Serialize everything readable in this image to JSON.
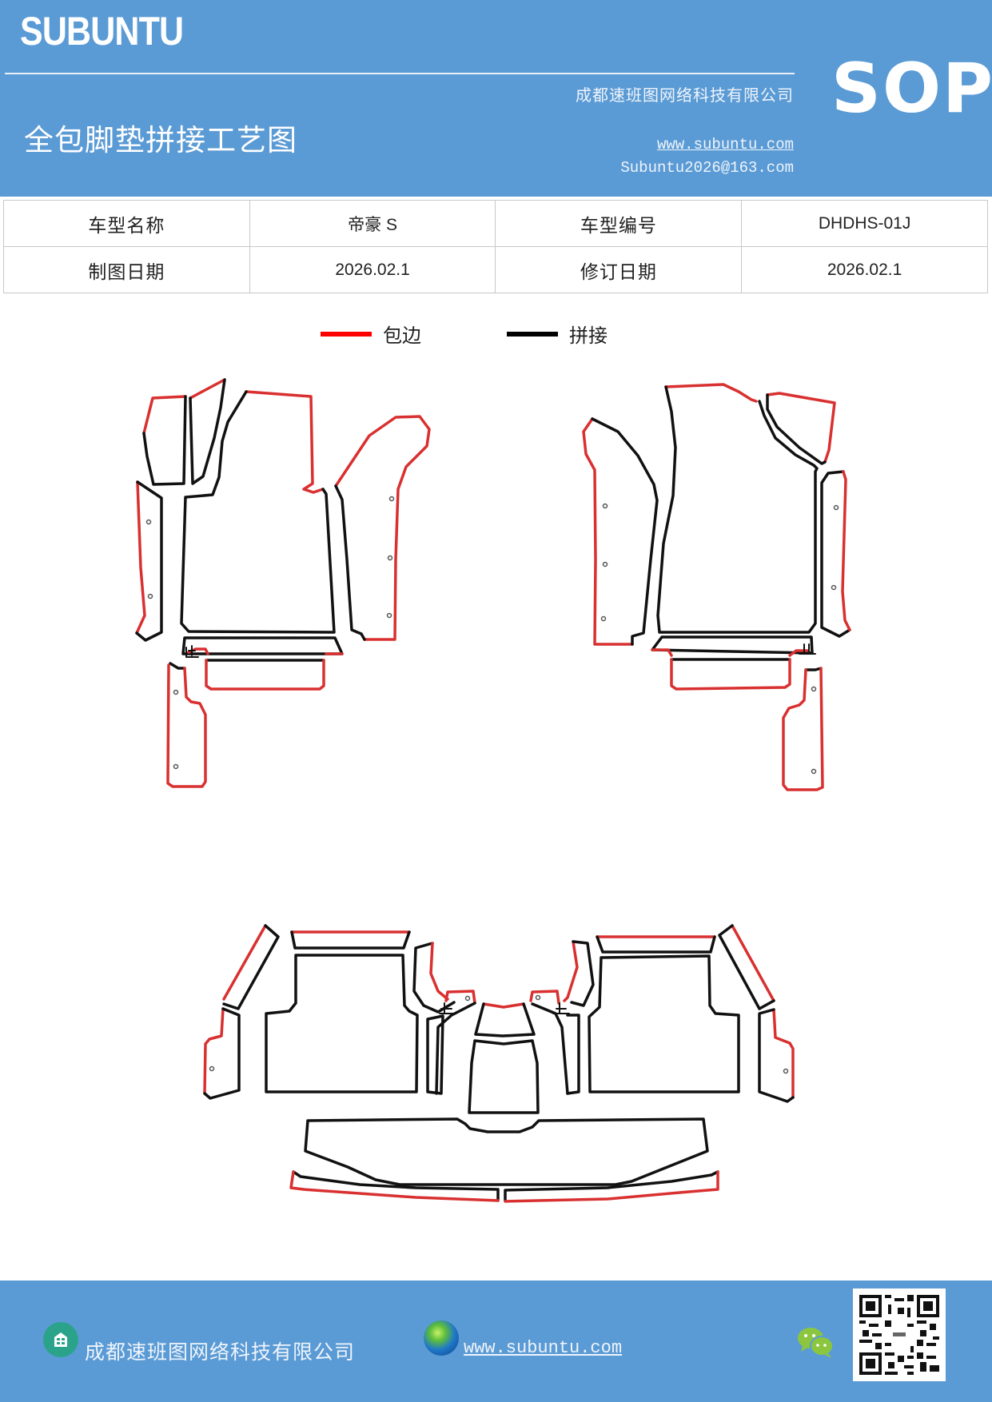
{
  "header": {
    "brand": "SUBUNTU",
    "company": "成都速班图网络科技有限公司",
    "title": "全包脚垫拼接工艺图",
    "website": "www.subuntu.com",
    "email": "Subuntu2026@163.com",
    "badge": "SOP",
    "bg_color": "#5b9bd5"
  },
  "info_table": {
    "rows": [
      [
        {
          "label": "车型名称"
        },
        {
          "value": "帝豪 S"
        },
        {
          "label": "车型编号"
        },
        {
          "value": "DHDHS-01J"
        }
      ],
      [
        {
          "label": "制图日期"
        },
        {
          "value": "2026.02.1"
        },
        {
          "label": "修订日期"
        },
        {
          "value": "2026.02.1"
        }
      ]
    ]
  },
  "legend": {
    "items": [
      {
        "label": "包边",
        "color": "#ff0000"
      },
      {
        "label": "拼接",
        "color": "#000000"
      }
    ]
  },
  "diagram": {
    "groups": [
      "front-left",
      "front-right",
      "rear"
    ],
    "edge_color": "#e03030",
    "seam_color": "#111111"
  },
  "footer": {
    "company_icon": "building-icon",
    "company": "成都速班图网络科技有限公司",
    "globe_icon": "globe-icon",
    "website": "www.subuntu.com",
    "wechat_icon": "wechat-icon",
    "qr_code": "qr-code"
  }
}
